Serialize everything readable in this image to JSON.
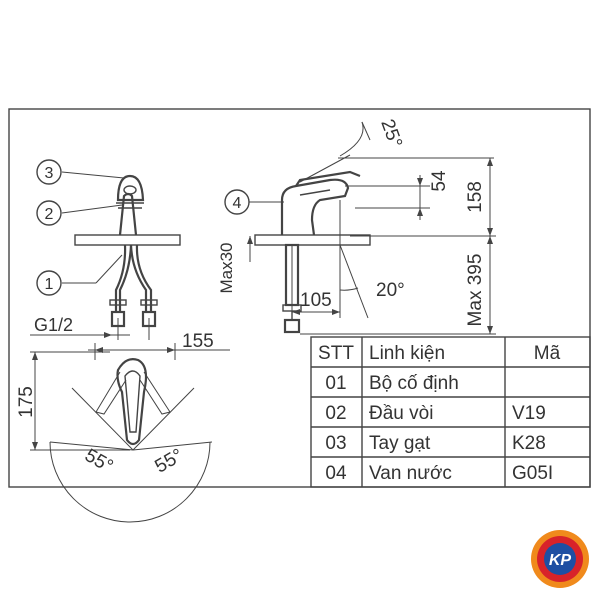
{
  "callouts": [
    "3",
    "2",
    "1",
    "4"
  ],
  "dimensions": {
    "angle_top": "25°",
    "height_top": "158",
    "offset_54": "54",
    "max_30": "Max30",
    "reach_105": "105",
    "angle_spout": "20°",
    "max_395": "Max 395",
    "thread": "G1/2",
    "width_155": "155",
    "height_175": "175",
    "angle_left": "55°",
    "angle_right": "55°"
  },
  "parts_table": {
    "headers": [
      "STT",
      "Linh kiện",
      "Mã"
    ],
    "rows": [
      [
        "01",
        "Bộ cố định",
        ""
      ],
      [
        "02",
        "Đầu vòi",
        "V19"
      ],
      [
        "03",
        "Tay gạt",
        "K28"
      ],
      [
        "04",
        "Van nước",
        "G05I"
      ]
    ]
  },
  "logo": {
    "text": "KP"
  },
  "colors": {
    "line": "#444444",
    "text": "#333333",
    "logo_orange": "#f08a1c",
    "logo_red": "#d8232a",
    "logo_blue": "#1e4fa3"
  }
}
